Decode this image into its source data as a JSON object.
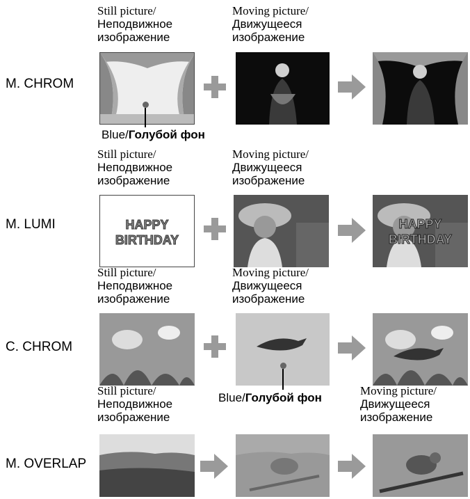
{
  "labels": {
    "still_en": "Still picture/",
    "still_ru1": "Неподвижное",
    "still_ru2": "изображение",
    "moving_en": "Moving picture/",
    "moving_ru1": "Движущееся",
    "moving_ru2": "изображение",
    "blue_en": "Blue/",
    "blue_ru": "Голубой фон",
    "happy1": "HAPPY",
    "happy2": "BIRTHDAY"
  },
  "rows": [
    {
      "name": "M. CHROM"
    },
    {
      "name": "M. LUMI"
    },
    {
      "name": "C. CHROM"
    },
    {
      "name": "M. OVERLAP"
    }
  ]
}
